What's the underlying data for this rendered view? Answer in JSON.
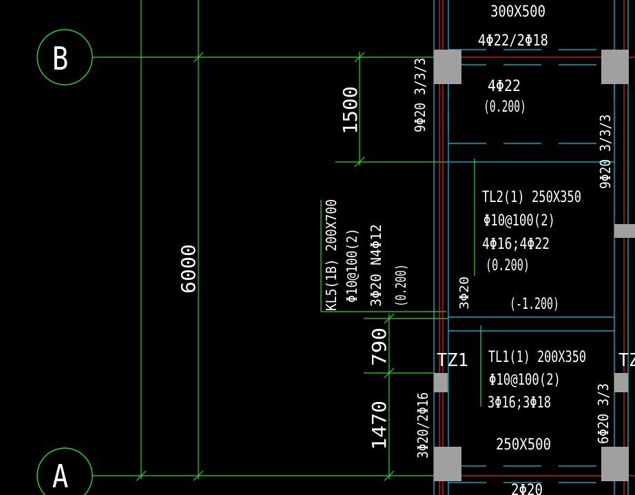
{
  "colors": {
    "background": "#000000",
    "dimension": "#22dd22",
    "beam_outline": "#00ccee",
    "axis": "#ee2222",
    "column": "#a0a0a0",
    "text": "#ffffff"
  },
  "grid_axes": {
    "b": "B",
    "a": "A"
  },
  "dimensions": {
    "overall": "6000",
    "upper": "1500",
    "middle": "790",
    "lower": "1470"
  },
  "beams": {
    "top": {
      "size": "300X500",
      "rebar_top": "4Φ22/2Φ18",
      "rebar_bottom": "4Φ22",
      "elevation": "(0.200)",
      "left_support": "9Φ20 3/3/3",
      "right_support": "9Φ20 3/3/3"
    },
    "kl5": {
      "name": "KL5(1B) 200X700",
      "stirrup": "Φ10@100(2)",
      "rebar": "3Φ20  N4Φ12",
      "elevation": "(0.200)"
    },
    "tl2": {
      "name": "TL2(1) 250X350",
      "stirrup": "Φ10@100(2)",
      "rebar": "4Φ16;4Φ22",
      "elevation": "(0.200)",
      "side": "3Φ20",
      "level": "(-1.200)"
    },
    "tl1": {
      "name": "TL1(1) 200X350",
      "stirrup": "Φ10@100(2)",
      "rebar": "3Φ16;3Φ18",
      "left_support": "3Φ20/2Φ16",
      "right_support": "6Φ20 3/3",
      "bottom_size": "250X500",
      "bottom_rebar": "2Φ20"
    }
  },
  "columns": {
    "left": "TZ1",
    "right": "TZ"
  }
}
